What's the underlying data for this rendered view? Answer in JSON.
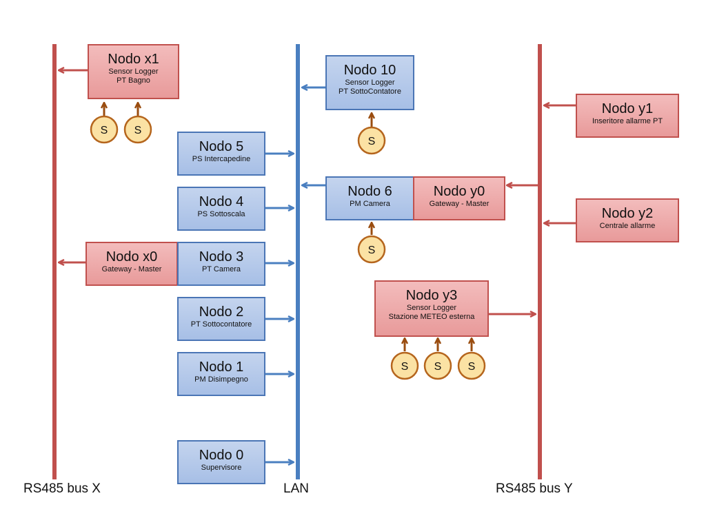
{
  "buses": {
    "bus_x": "RS485 bus X",
    "lan": "LAN",
    "bus_y": "RS485 bus Y"
  },
  "colors": {
    "lan_blue": "#4a7fc0",
    "bus_red": "#c0504d",
    "node_blue": "#b3c8ea",
    "node_red": "#eba6a6",
    "sensor_fill": "#fbe2a4",
    "sensor_arrow": "#9a4d10"
  },
  "sensor_label": "S",
  "nodes": {
    "x1": {
      "title": "Nodo x1",
      "subtitle": "Sensor Logger\nPT Bagno"
    },
    "n10": {
      "title": "Nodo 10",
      "subtitle": "Sensor Logger\nPT SottoContatore"
    },
    "y1": {
      "title": "Nodo y1",
      "subtitle": "Inseritore allarme PT"
    },
    "n5": {
      "title": "Nodo 5",
      "subtitle": "PS Intercapedine"
    },
    "n4": {
      "title": "Nodo 4",
      "subtitle": "PS Sottoscala"
    },
    "n6": {
      "title": "Nodo 6",
      "subtitle": "PM Camera"
    },
    "y0": {
      "title": "Nodo y0",
      "subtitle": "Gateway - Master"
    },
    "y2": {
      "title": "Nodo y2",
      "subtitle": "Centrale allarme"
    },
    "x0": {
      "title": "Nodo x0",
      "subtitle": "Gateway - Master"
    },
    "n3": {
      "title": "Nodo 3",
      "subtitle": "PT Camera"
    },
    "y3": {
      "title": "Nodo y3",
      "subtitle": "Sensor Logger\nStazione METEO esterna"
    },
    "n2": {
      "title": "Nodo 2",
      "subtitle": "PT Sottocontatore"
    },
    "n1": {
      "title": "Nodo 1",
      "subtitle": "PM Disimpegno"
    },
    "n0": {
      "title": "Nodo 0",
      "subtitle": "Supervisore"
    }
  }
}
